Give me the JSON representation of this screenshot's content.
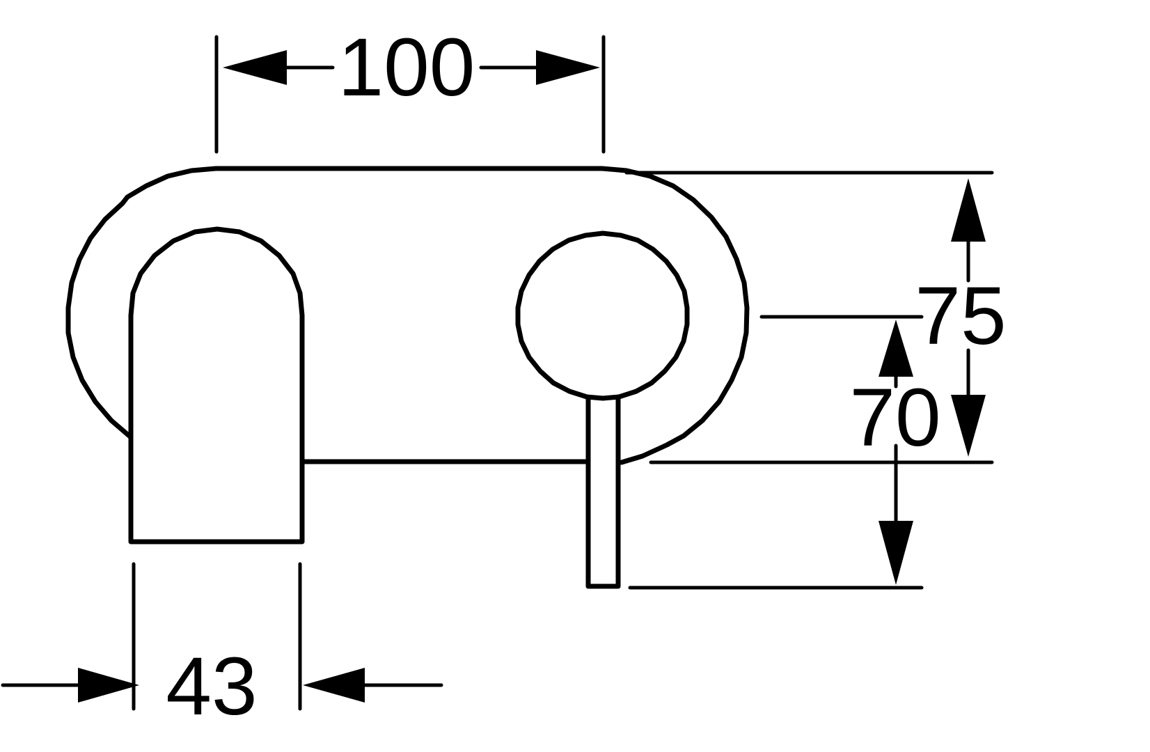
{
  "dimensions": {
    "width_label": "100",
    "spout_width_label": "43",
    "overall_height_label": "75",
    "handle_height_label": "70"
  },
  "colors": {
    "line": "#000000",
    "background": "#ffffff"
  }
}
